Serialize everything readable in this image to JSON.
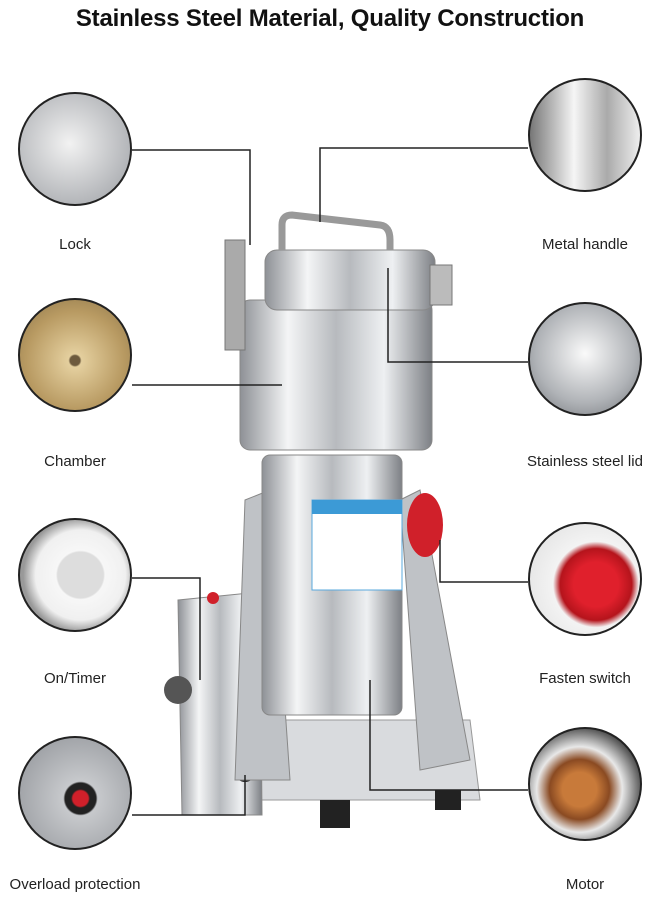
{
  "title": "Stainless Steel Material, Quality Construction",
  "features": [
    {
      "label": "Lock",
      "icon": "lock-icon"
    },
    {
      "label": "Chamber",
      "icon": "chamber-icon"
    },
    {
      "label": "On/Timer",
      "icon": "timer-knob-icon"
    },
    {
      "label": "Overload protection",
      "icon": "overload-button-icon"
    },
    {
      "label": "Metal handle",
      "icon": "handle-icon"
    },
    {
      "label": "Stainless steel lid",
      "icon": "lid-icon"
    },
    {
      "label": "Fasten switch",
      "icon": "fasten-switch-icon"
    },
    {
      "label": "Motor",
      "icon": "motor-icon"
    }
  ],
  "colors": {
    "steel": "#c9cbcf",
    "accent_red": "#d0202a",
    "line": "#222222"
  }
}
